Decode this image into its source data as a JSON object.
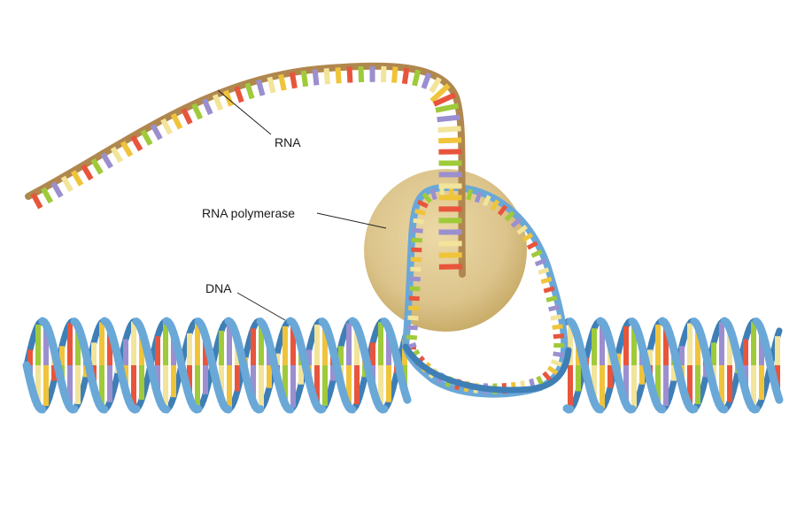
{
  "labels": {
    "rna": "RNA",
    "polymerase": "RNA polymerase",
    "dna": "DNA"
  },
  "colors": {
    "background": "#ffffff",
    "dna_backbone": "#6aa8d8",
    "dna_backbone_dark": "#3f7fb6",
    "rna_backbone": "#b0874e",
    "rna_backbone_dark": "#8a6636",
    "polymerase": "#dcc48c",
    "polymerase_edge": "#c9ad6a",
    "bases": [
      "#e8553c",
      "#9fca3a",
      "#9b8fd0",
      "#f2e49a",
      "#f0c43a"
    ]
  }
}
